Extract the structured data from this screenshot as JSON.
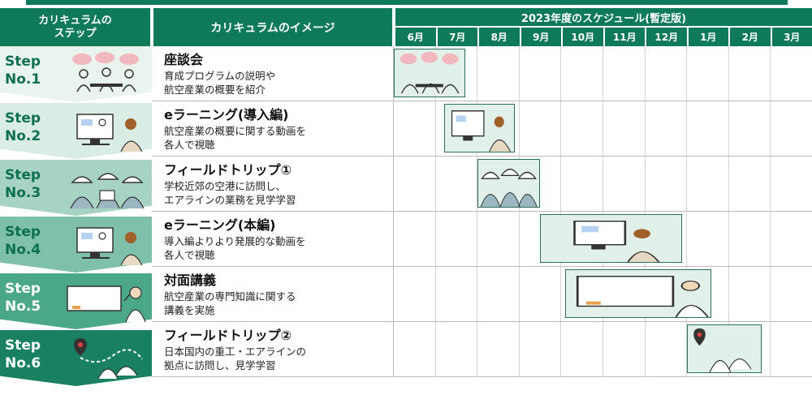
{
  "header": {
    "step_column": "カリキュラムの\nステップ",
    "image_column": "カリキュラムのイメージ",
    "schedule_title": "2023年度のスケジュール(暫定版)",
    "months": [
      "6月",
      "7月",
      "8月",
      "9月",
      "10月",
      "11月",
      "12月",
      "1月",
      "2月",
      "3月"
    ]
  },
  "colors": {
    "header_green": "#0e7a5a",
    "step_colors": [
      "#e9f4ef",
      "#d9ede5",
      "#a6d3c3",
      "#7fc0aa",
      "#4aa889",
      "#198062"
    ]
  },
  "steps": [
    {
      "label": "Step\nNo.1",
      "title": "座談会",
      "desc_line1": "育成プログラムの説明や",
      "desc_line2": "航空産業の概要を紹介",
      "illustration": "group-discussion-icon",
      "schedule": {
        "start_month_index": 0,
        "end_month_index": 1.7
      }
    },
    {
      "label": "Step\nNo.2",
      "title": "eラーニング(導入編)",
      "desc_line1": "航空産業の概要に関する動画を",
      "desc_line2": "各人で視聴",
      "illustration": "elearning-computer-icon",
      "schedule": {
        "start_month_index": 1.2,
        "end_month_index": 2.9
      }
    },
    {
      "label": "Step\nNo.3",
      "title": "フィールドトリップ①",
      "desc_line1": "学校近郊の空港に訪問し、",
      "desc_line2": "エアラインの業務を見学学習",
      "illustration": "hard-hat-workers-icon",
      "schedule": {
        "start_month_index": 2,
        "end_month_index": 3.5
      }
    },
    {
      "label": "Step\nNo.4",
      "title": "eラーニング(本編)",
      "desc_line1": "導入編よりより発展的な動画を",
      "desc_line2": "各人で視聴",
      "illustration": "elearning-computer-icon",
      "schedule": {
        "start_month_index": 3.5,
        "end_month_index": 6.9
      }
    },
    {
      "label": "Step\nNo.5",
      "title": "対面講義",
      "desc_line1": "航空産業の専門知識に関する",
      "desc_line2": "講義を実施",
      "illustration": "lecturer-whiteboard-icon",
      "schedule": {
        "start_month_index": 4.1,
        "end_month_index": 7.6
      }
    },
    {
      "label": "Step\nNo.6",
      "title": "フィールドトリップ②",
      "desc_line1": "日本国内の重工・エアラインの",
      "desc_line2": "拠点に訪問し、見学学習",
      "illustration": "map-pin-journey-icon",
      "schedule": {
        "start_month_index": 7,
        "end_month_index": 8.8
      }
    }
  ]
}
